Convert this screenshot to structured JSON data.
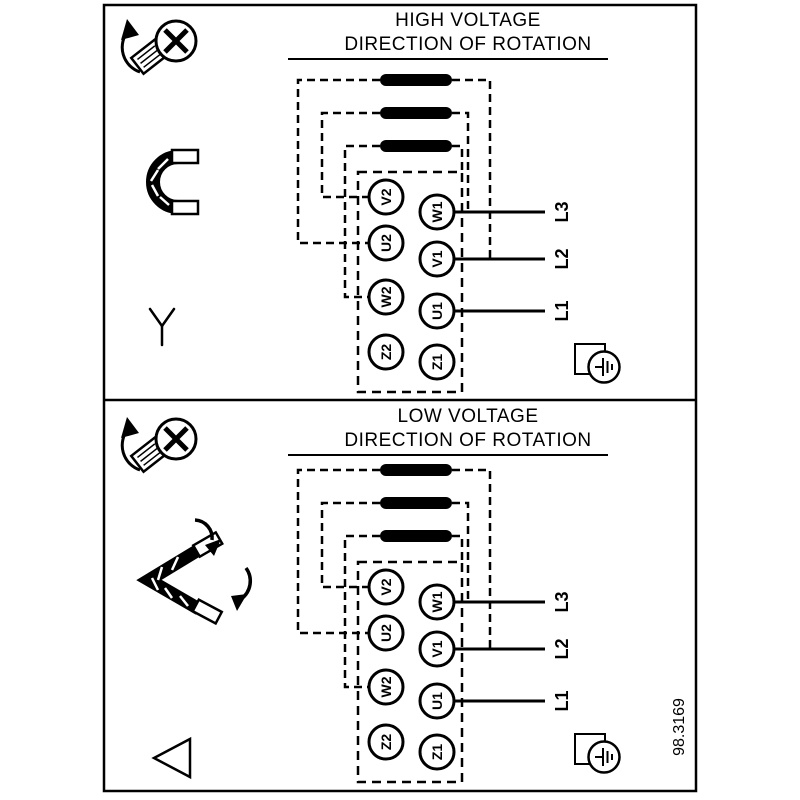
{
  "doc_number": "98.3169",
  "colors": {
    "line": "#000000",
    "background": "#ffffff"
  },
  "panels": [
    {
      "id": "high-voltage",
      "title_line1": "HIGH VOLTAGE",
      "title_line2": "DIRECTION OF ROTATION",
      "connection_type": "star",
      "terminals_left": [
        "V2",
        "U2",
        "W2",
        "Z2"
      ],
      "terminals_right": [
        "W1",
        "V1",
        "U1",
        "Z1"
      ],
      "supply_lines": [
        "L3",
        "L2",
        "L1"
      ],
      "icons": [
        "screw-rotation-icon",
        "star-jumper-icon",
        "star-symbol",
        "ground-symbol"
      ]
    },
    {
      "id": "low-voltage",
      "title_line1": "LOW VOLTAGE",
      "title_line2": "DIRECTION OF ROTATION",
      "connection_type": "delta",
      "terminals_left": [
        "V2",
        "U2",
        "W2",
        "Z2"
      ],
      "terminals_right": [
        "W1",
        "V1",
        "U1",
        "Z1"
      ],
      "supply_lines": [
        "L3",
        "L2",
        "L1"
      ],
      "icons": [
        "screw-rotation-icon",
        "delta-jumper-icon",
        "delta-symbol",
        "ground-symbol"
      ]
    }
  ]
}
